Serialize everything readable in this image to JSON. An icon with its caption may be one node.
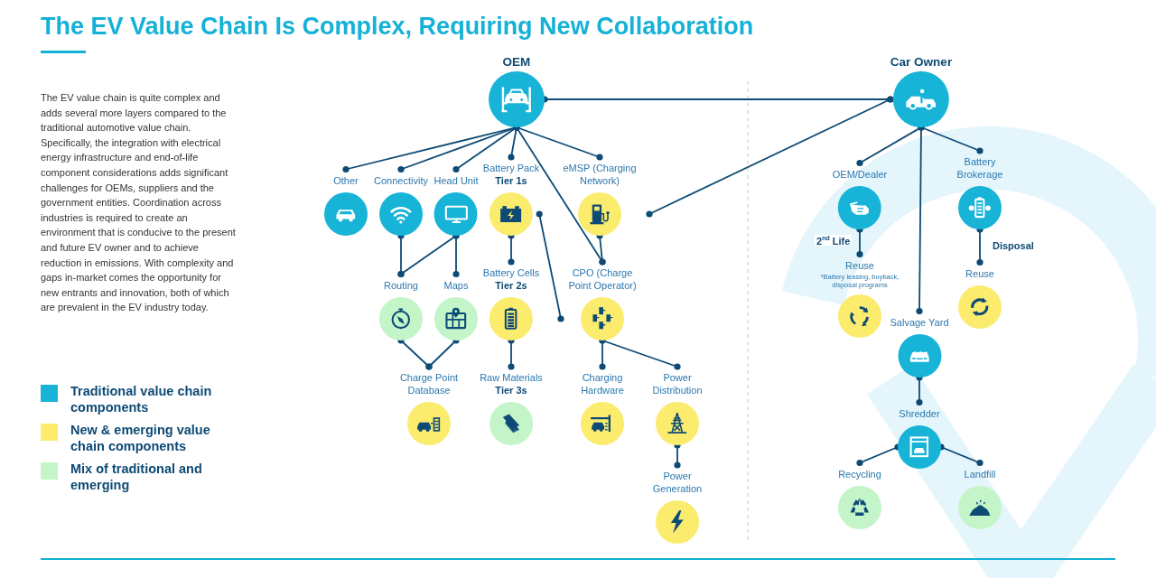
{
  "diagram": {
    "title": "The EV Value Chain Is Complex, Requiring New Collaboration",
    "nodes": [
      {
        "text": [
          "OEM"
        ]
      },
      {
        "text": [
          "Car Owner"
        ]
      },
      {
        "text": [
          "Other"
        ]
      },
      {
        "text": [
          "Connectivity"
        ]
      },
      {
        "text": [
          "Head Unit"
        ]
      },
      {
        "text": [
          "Battery Pack **Tier 1s**"
        ]
      },
      {
        "text": [
          "eMSP (Charging Network)"
        ]
      },
      {
        "text": [
          "Routing"
        ]
      },
      {
        "text": [
          "Maps"
        ]
      },
      {
        "text": [
          "Battery Cells **Tier 2s**"
        ]
      },
      {
        "text": [
          "CPO (Charge Point Operator)"
        ]
      },
      {
        "text": [
          "Charge Point Database"
        ]
      },
      {
        "text": [
          "Raw Materials **Tier 3s**"
        ]
      },
      {
        "text": [
          "Charging Hardware"
        ]
      },
      {
        "text": [
          "Power Distribution"
        ]
      },
      {
        "text": [
          "Power Generation"
        ]
      },
      {
        "text": [
          "OEM/Dealer"
        ]
      },
      {
        "text": [
          "Battery Brokerage"
        ]
      },
      {
        "text": [
          "Reuse",
          "*Battery leasing, buyback, disposal programs"
        ]
      },
      {
        "text": [
          "Reuse"
        ]
      },
      {
        "text": [
          "Salvage Yard"
        ]
      },
      {
        "text": [
          "Shredder"
        ]
      },
      {
        "text": [
          "Recycling"
        ]
      },
      {
        "text": [
          "Landfill"
        ]
      }
    ],
    "edges": [
      {
        "from": 0,
        "to": 1,
        "arrow": "other"
      },
      {
        "from": 6,
        "to": 1,
        "arrow": "other"
      },
      {
        "from": 0,
        "to": 2,
        "arrow": "other"
      },
      {
        "from": 0,
        "to": 3,
        "arrow": "other"
      },
      {
        "from": 0,
        "to": 4,
        "arrow": "other"
      },
      {
        "from": 0,
        "to": 5,
        "arrow": "other"
      },
      {
        "from": 0,
        "to": 6,
        "arrow": "other"
      },
      {
        "from": 0,
        "to": 10,
        "arrow": "other"
      },
      {
        "from": 3,
        "to": 7,
        "arrow": "other"
      },
      {
        "from": 4,
        "to": 7,
        "arrow": "other"
      },
      {
        "from": 4,
        "to": 8,
        "arrow": "other"
      },
      {
        "from": 5,
        "to": 9,
        "arrow": "other"
      },
      {
        "from": 5,
        "to": 10,
        "arrow": "other"
      },
      {
        "from": 6,
        "to": 10,
        "arrow": "other"
      },
      {
        "from": 7,
        "to": 11,
        "arrow": "other"
      },
      {
        "from": 8,
        "to": 11,
        "arrow": "other"
      },
      {
        "from": 9,
        "to": 12,
        "arrow": "other"
      },
      {
        "from": 10,
        "to": 13,
        "arrow": "other"
      },
      {
        "from": 10,
        "to": 14,
        "arrow": "other"
      },
      {
        "from": 14,
        "to": 15,
        "arrow": "other"
      },
      {
        "from": 1,
        "to": 16,
        "arrow": "other"
      },
      {
        "from": 1,
        "to": 17,
        "arrow": "other"
      },
      {
        "from": 1,
        "to": 20,
        "arrow": "other"
      },
      {
        "from": 16,
        "to": 18,
        "arrow": "other",
        "label": "2$^{nd}$ Life"
      },
      {
        "from": 17,
        "to": 19,
        "arrow": "other",
        "label": "Disposal"
      },
      {
        "from": 20,
        "to": 21,
        "arrow": "other"
      },
      {
        "from": 21,
        "to": 22,
        "arrow": "other"
      },
      {
        "from": 21,
        "to": 23,
        "arrow": "other"
      }
    ],
    "labels": [
      "The EV value chain is quite complex and adds several more layers compared to the traditional automotive value chain. Specifically, the integration with electrical energy infrastructure and end-of-life component considerations adds significant challenges for OEMs, suppliers and the government entities. Coordination across industries is required to create an environment that is conducive to the present and future EV owner and to achieve reduction in emissions. With complexity and gaps in-market comes the opportunity for new entrants and innovation, both of which are prevalent in the EV industry today."
    ],
    "legend": [
      {
        "text": "Traditional value chain components",
        "color": "#17b4d8"
      },
      {
        "text": "New & emerging value chain components",
        "color": "#fbec6e"
      },
      {
        "text": "Mix of traditional and emerging",
        "color": "#c3f5c9"
      }
    ]
  }
}
